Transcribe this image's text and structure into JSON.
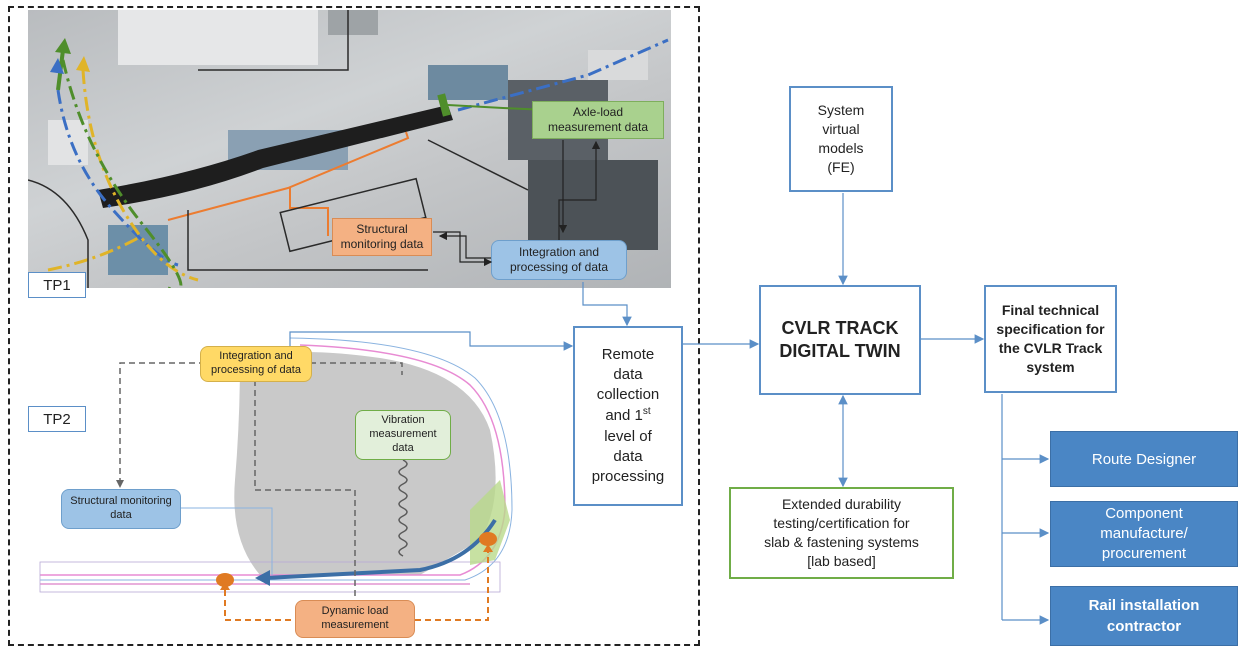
{
  "tp_labels": {
    "tp1": "TP1",
    "tp2": "TP2"
  },
  "tp1": {
    "axle_load": "Axle-load\nmeasurement data",
    "structural_monitoring": "Structural\nmonitoring data",
    "integration": "Integration and\nprocessing of data"
  },
  "tp2": {
    "integration": "Integration and\nprocessing of data",
    "vibration": "Vibration\nmeasurement\ndata",
    "structural_monitoring": "Structural monitoring\ndata",
    "dynamic_load": "Dynamic load\nmeasurement"
  },
  "remote": {
    "line1": "Remote\ndata\ncollection\nand 1",
    "sup": "st",
    "line2": "level of\ndata\nprocessing"
  },
  "system_models": "System\nvirtual\nmodels\n(FE)",
  "digital_twin": "CVLR TRACK\nDIGITAL TWIN",
  "final_spec": "Final technical\nspecification for\nthe CVLR Track\nsystem",
  "durability": "Extended durability\ntesting/certification for\nslab & fastening systems\n[lab based]",
  "outputs": {
    "route_designer": "Route Designer",
    "component": "Component\nmanufacture/\nprocurement",
    "rail": "Rail installation\ncontractor"
  },
  "colors": {
    "blue_outline": "#5b8fc7",
    "green_outline": "#70ad47",
    "output_fill": "#4a86c5",
    "label_green": "#a9d18e",
    "label_orange": "#f4b183",
    "label_blue": "#9dc3e6",
    "label_yellow": "#ffd966"
  }
}
